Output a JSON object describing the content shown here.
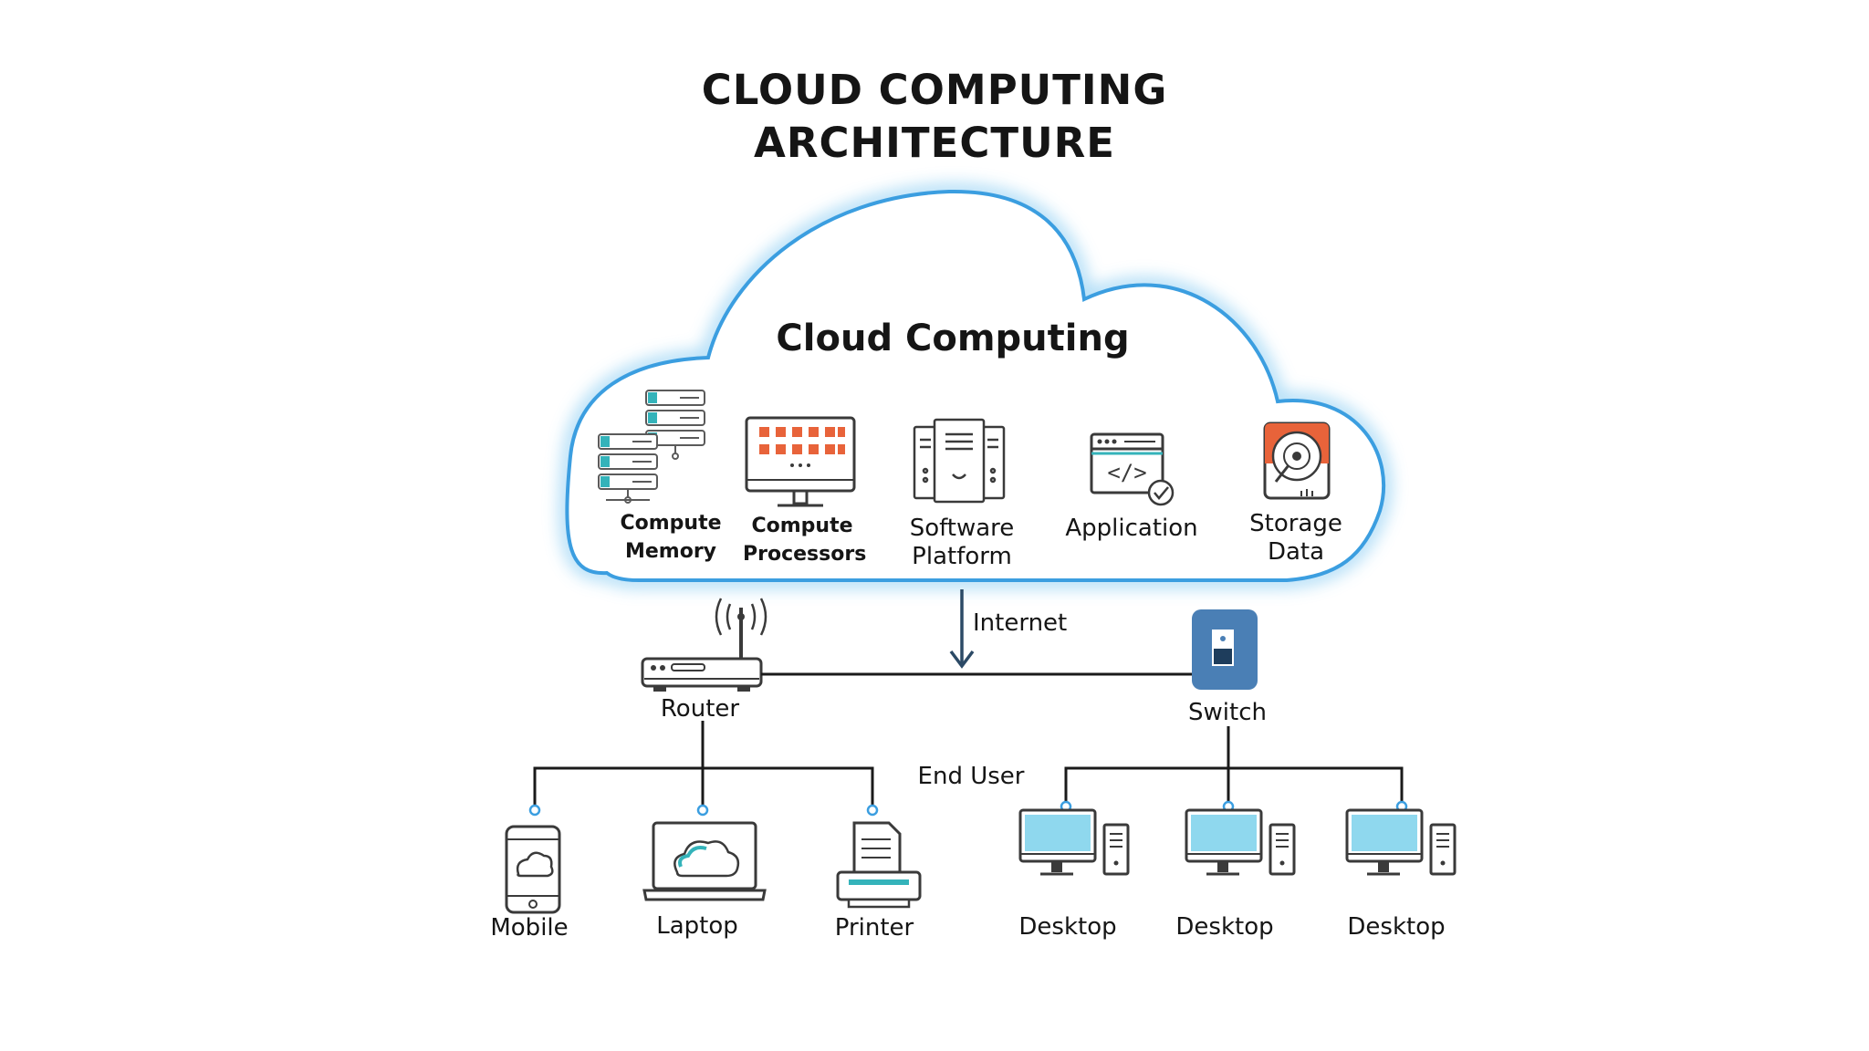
{
  "diagram": {
    "title": {
      "line1": "CLOUD COMPUTING",
      "line2": "ARCHITECTURE"
    },
    "cloud": {
      "title": "Cloud Computing",
      "services": [
        {
          "line1": "Compute",
          "line2": "Memory",
          "icon": "server-rack-icon"
        },
        {
          "line1": "Compute",
          "line2": "Processors",
          "icon": "monitor-processor-icon"
        },
        {
          "line1": "Software",
          "line2": "Platform",
          "icon": "server-tower-icon"
        },
        {
          "line1": "Application",
          "line2": "",
          "icon": "code-window-icon"
        },
        {
          "line1": "Storage",
          "line2": "Data",
          "icon": "hard-disk-icon"
        }
      ]
    },
    "network": {
      "internet_label": "Internet",
      "router_label": "Router",
      "switch_label": "Switch",
      "end_user_label": "End User"
    },
    "end_devices": [
      {
        "label": "Mobile",
        "icon": "mobile-cloud-icon"
      },
      {
        "label": "Laptop",
        "icon": "laptop-cloud-icon"
      },
      {
        "label": "Printer",
        "icon": "printer-icon"
      },
      {
        "label": "Desktop",
        "icon": "desktop-icon"
      },
      {
        "label": "Desktop",
        "icon": "desktop-icon"
      },
      {
        "label": "Desktop",
        "icon": "desktop-icon"
      }
    ],
    "colors": {
      "cloud_outline": "#3b9ee0",
      "accent_orange": "#e8633a",
      "accent_teal": "#34b3ba",
      "switch_blue": "#4a7fb5",
      "screen_cyan": "#8fd8ee",
      "line": "#1a1a1a"
    }
  }
}
